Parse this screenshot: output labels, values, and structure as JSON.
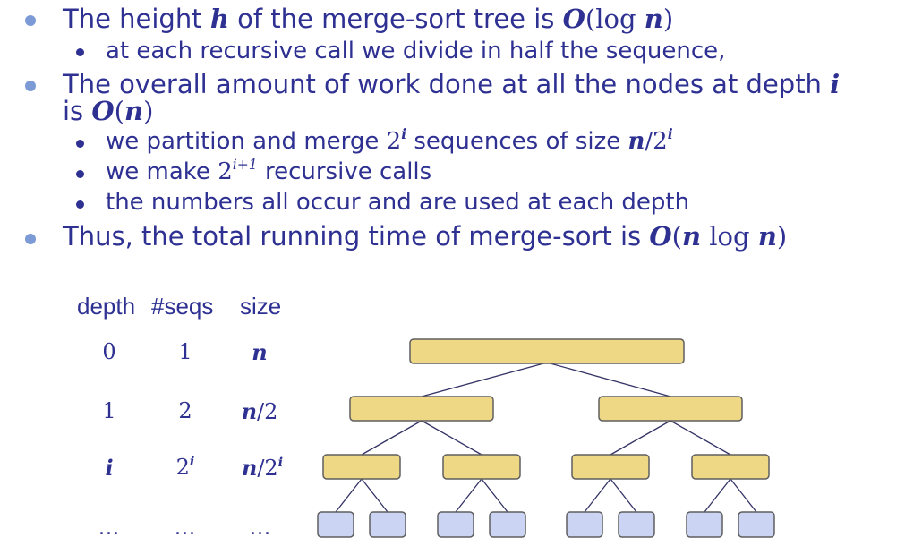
{
  "bullets": {
    "b1_prefix": "The height ",
    "b1_h": "h",
    "b1_mid": " of the merge-sort tree is ",
    "b1_O": "O",
    "b1_paren_open": "(log ",
    "b1_n": "n",
    "b1_paren_close": ")",
    "b1_sub": "at each recursive call we divide in half the sequence,",
    "b2_line1": "The overall amount of work done at all the nodes at depth ",
    "b2_i": "i",
    "b2_is": "is ",
    "b2_O": "O",
    "b2_open": "(",
    "b2_n": "n",
    "b2_close": ")",
    "b2_sub1_pre": "we partition and merge ",
    "b2_sub1_two": "2",
    "b2_sub1_sup": "i",
    "b2_sub1_mid": " sequences of size ",
    "b2_sub1_n": "n",
    "b2_sub1_slash": "/2",
    "b2_sub1_sup2": "i",
    "b2_sub2_pre": "we make ",
    "b2_sub2_two": "2",
    "b2_sub2_sup": "i+1",
    "b2_sub2_post": " recursive calls",
    "b2_sub3": "the numbers all occur and are used at each depth",
    "b3_pre": "Thus, the total running time of merge-sort is ",
    "b3_O": "O",
    "b3_open": "(",
    "b3_n1": "n",
    "b3_log": " log ",
    "b3_n2": "n",
    "b3_close": ")"
  },
  "table": {
    "headers": [
      "depth",
      "#seqs",
      "size"
    ],
    "rows": [
      {
        "depth": "0",
        "seqs": "1",
        "size": "n"
      },
      {
        "depth": "1",
        "seqs": "2",
        "size_n": "n",
        "size_rest": "/2"
      },
      {
        "depth": "i",
        "seqs_base": "2",
        "seqs_sup": "i",
        "size_n": "n",
        "size_rest": "/2",
        "size_sup": "i"
      },
      {
        "depth": "...",
        "seqs": "...",
        "size": "..."
      }
    ]
  },
  "colors": {
    "text": "#2e3192",
    "bullet_main": "#7c9bd6",
    "node_fill": "#eed886",
    "node_stroke": "#5f5f5f",
    "leaf_fill": "#ccd4f4",
    "line": "#333366"
  }
}
